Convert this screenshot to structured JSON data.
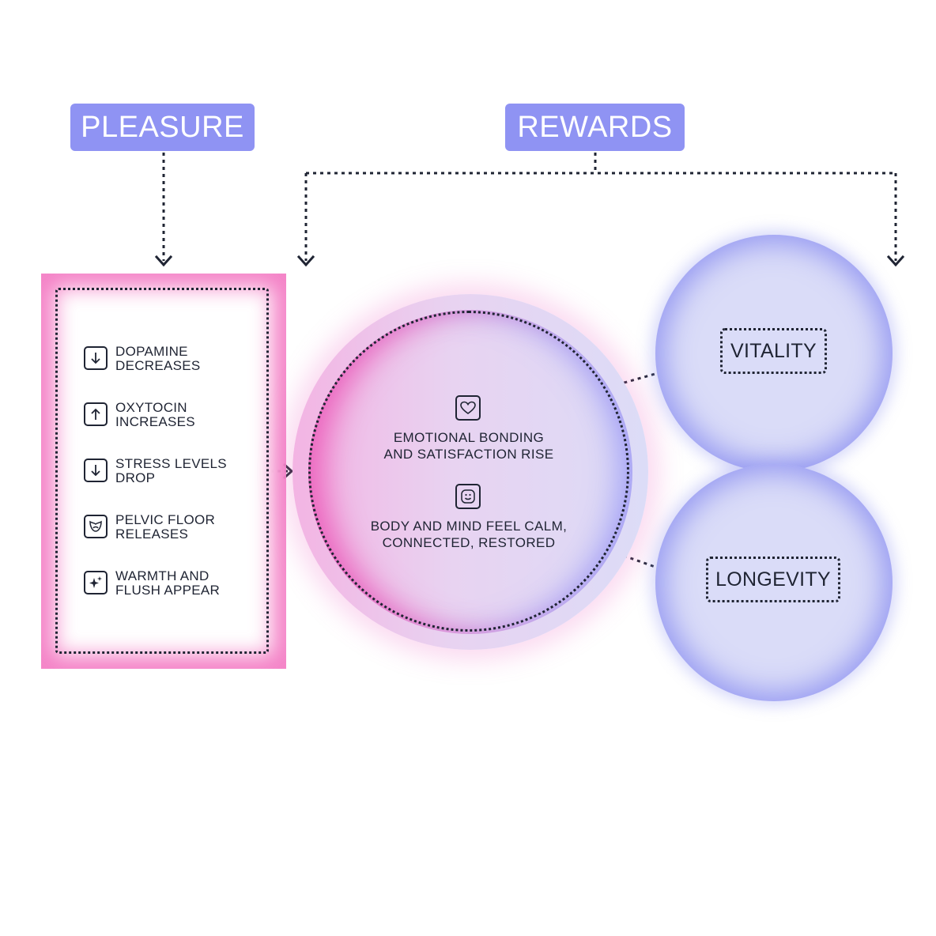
{
  "tags": {
    "pleasure": "PLEASURE",
    "rewards": "REWARDS"
  },
  "pleasure_list": [
    {
      "icon": "arrow-down-icon",
      "text": "DOPAMINE\nDECREASES"
    },
    {
      "icon": "arrow-up-icon",
      "text": "OXYTOCIN\nINCREASES"
    },
    {
      "icon": "arrow-down-icon",
      "text": "STRESS LEVELS\nDROP"
    },
    {
      "icon": "pelvis-icon",
      "text": "PELVIC FLOOR\nRELEASES"
    },
    {
      "icon": "sparkle-icon",
      "text": "WARMTH AND\nFLUSH APPEAR"
    }
  ],
  "center": {
    "heart_icon": "heart-icon",
    "bonding_text": "EMOTIONAL BONDING\nAND SATISFACTION RISE",
    "smile_icon": "smile-icon",
    "calm_text": "BODY AND MIND FEEL CALM,\nCONNECTED, RESTORED"
  },
  "outcomes": {
    "vitality": "VITALITY",
    "longevity": "LONGEVITY"
  },
  "colors": {
    "tag_fill": "#8f93f3",
    "pink_glow": "#f05ab4",
    "blue_glow": "#7d82f0",
    "ink": "#1f2433"
  }
}
